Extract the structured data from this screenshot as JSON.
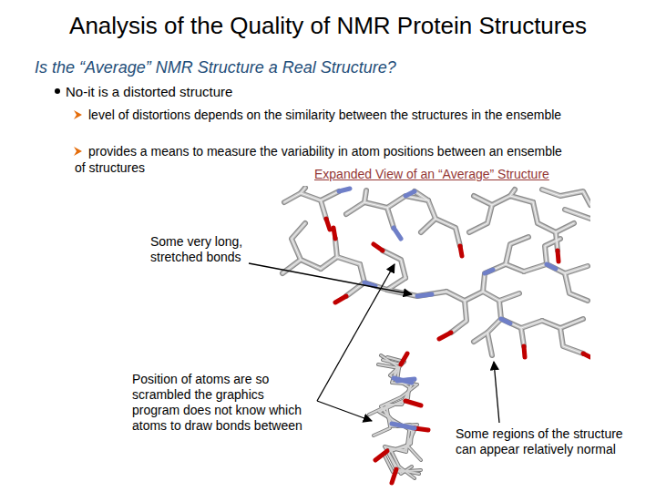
{
  "diagram": {
    "title": "Analysis of the Quality of NMR Protein Structures",
    "labels": [
      "Is the “Average” NMR Structure a Real Structure?",
      "No-it is a distorted structure",
      "level of distortions depends on the similarity between the structures in the ensemble",
      "provides a means to measure the variability in atom positions between an ensemble of structures",
      "Expanded View of an “Average” Structure",
      "Some very long, stretched bonds",
      "Position of atoms are so scrambled the graphics program does not know which atoms to draw bonds between",
      "Some regions of the structure can appear relatively normal"
    ]
  }
}
